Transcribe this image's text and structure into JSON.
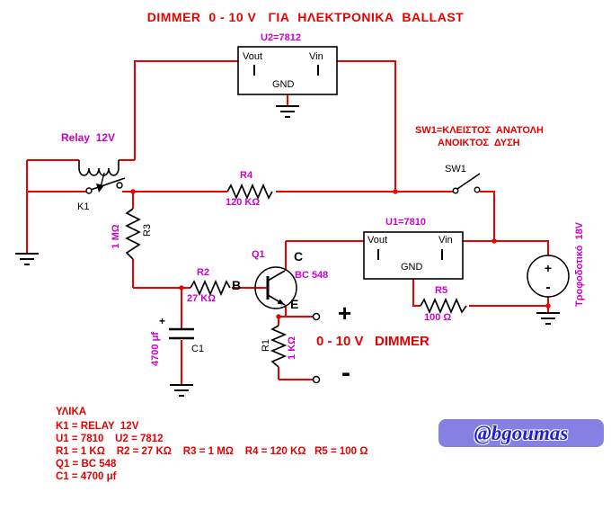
{
  "title": "DIMMER  0 - 10 V   ΓΙΑ  ΗΛΕΚΤΡΟΝΙΚΑ  BALLAST",
  "regulator_u2": {
    "label": "U2=7812",
    "pin_vout": "Vout",
    "pin_vin": "Vin",
    "pin_gnd": "GND"
  },
  "regulator_u1": {
    "label": "U1=7810",
    "pin_vout": "Vout",
    "pin_vin": "Vin",
    "pin_gnd": "GND"
  },
  "relay": {
    "label": "Relay  12V",
    "contact_name": "K1"
  },
  "switch_sw1": {
    "name": "SW1",
    "note_line1": "SW1=ΚΛΕΙΣΤΟΣ  ΑΝΑΤΟΛΗ",
    "note_line2": "ΑΝΟΙΚΤΟΣ  ΔΥΣΗ"
  },
  "transistor_q1": {
    "name": "Q1",
    "part": "BC 548",
    "base": "B",
    "collector": "C",
    "emitter": "E"
  },
  "resistors": {
    "r1": {
      "name": "R1",
      "value": "1 ΚΩ"
    },
    "r2": {
      "name": "R2",
      "value": "27 ΚΩ"
    },
    "r3": {
      "name": "R3",
      "value": "1 ΜΩ"
    },
    "r4": {
      "name": "R4",
      "value": "120 ΚΩ"
    },
    "r5": {
      "name": "R5",
      "value": "100 Ω"
    }
  },
  "capacitor_c1": {
    "name": "C1",
    "value": "4700 μf",
    "polarity_mark": "+"
  },
  "power_supply": {
    "label": "Τροφοδοτικό  18V",
    "plus": "+",
    "minus": "-"
  },
  "output": {
    "plus": "+",
    "minus": "-",
    "label": "0 - 10 V   DIMMER"
  },
  "materials": {
    "heading": "ΥΛΙΚΑ",
    "lines": [
      "K1 = RELAY  12V",
      "U1 = 7810    U2 = 7812",
      "R1 = 1 ΚΩ    R2 = 27 ΚΩ    R3 = 1 ΜΩ    R4 = 120 ΚΩ   R5 = 100 Ω",
      "Q1 = BC 548",
      "C1 = 4700 μf"
    ]
  },
  "watermark": "@bgoumas",
  "colors": {
    "wire": "#ee0000",
    "component_label": "#cc00cc",
    "note_red": "#e60000"
  }
}
